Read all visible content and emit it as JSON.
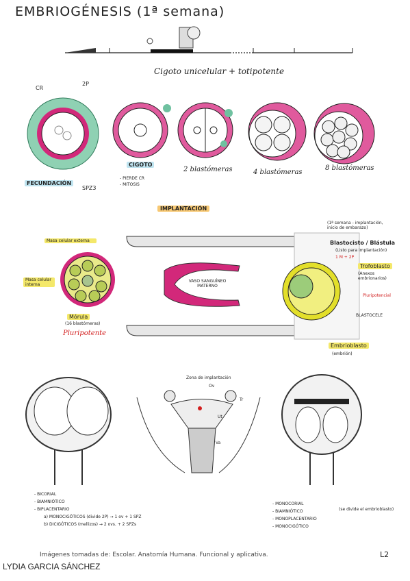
{
  "title": "EMBRIOGÉNESIS (1ª semana)",
  "zygote_heading": "Cigoto unicelular + totipotente",
  "stages": {
    "cr": "CR",
    "two_p": "2P",
    "fecundacion": "FECUNDACIÓN",
    "spz": "SPZ3",
    "cigoto": "CIGOTO",
    "cigoto_notes": [
      "- PIERDE CR",
      "- MITOSIS"
    ],
    "b2": "2 blastómeras",
    "b4": "4 blastómeras",
    "b8": "8 blastómeras"
  },
  "implantation": {
    "heading": "IMPLANTACIÓN",
    "masa_externa": "Masa celular externa",
    "masa_interna": "Masa celular interna",
    "morula": "Mórula",
    "morula_sub": "(16 blastómeras)",
    "pluripotente": "Pluripotente",
    "vaso": "VASO SANGUÍNEO MATERNO",
    "semana_note": "(1ª semana - implantación, inicio de embarazo)",
    "blastocisto": "Blastocisto / Blástula",
    "blast_sub": "(Listo para implantación)",
    "blast_warn": "1 M + 2P",
    "trofoblasto": "Trofoblasto",
    "trof_sub": "(Anexos embrionarios)",
    "pluripotencial": "Pluripotencial",
    "blastocele": "BLASTOCELE",
    "embrioblasto": "Embrioblasto",
    "embrioblasto_sub": "(embrión)"
  },
  "twins": {
    "zona": "Zona de implantación",
    "ov": "Ov",
    "tr": "Tr",
    "ut": "Ut",
    "va": "Va",
    "left_list": [
      "- BICORIAL",
      "- BIAMNIÓTICO",
      "- BIPLACENTARIO"
    ],
    "left_a": "a) MONOCIGÓTICOS (divide 2P) → 1 ov + 1 SPZ",
    "left_b": "b) DICIGÓTICOS (mellizos) → 2 ovs. + 2 SPZs",
    "right_list": [
      "- MONOCORIAL",
      "- BIAMNIÓTICO",
      "- MONOPLACENTARIO",
      "- MONOCIGÓTICO"
    ],
    "right_note": "(se divide el embrioblasto)"
  },
  "footer": {
    "source": "Imágenes tomadas de: Escolar. Anatomía Humana. Funcional y aplicativa.",
    "page": "L2",
    "author": "LYDIA GARCIA SÁNCHEZ"
  },
  "colors": {
    "magenta": "#d2287a",
    "green": "#6fc1a0",
    "yellow": "#e8e23a",
    "red": "#d21e1e"
  }
}
